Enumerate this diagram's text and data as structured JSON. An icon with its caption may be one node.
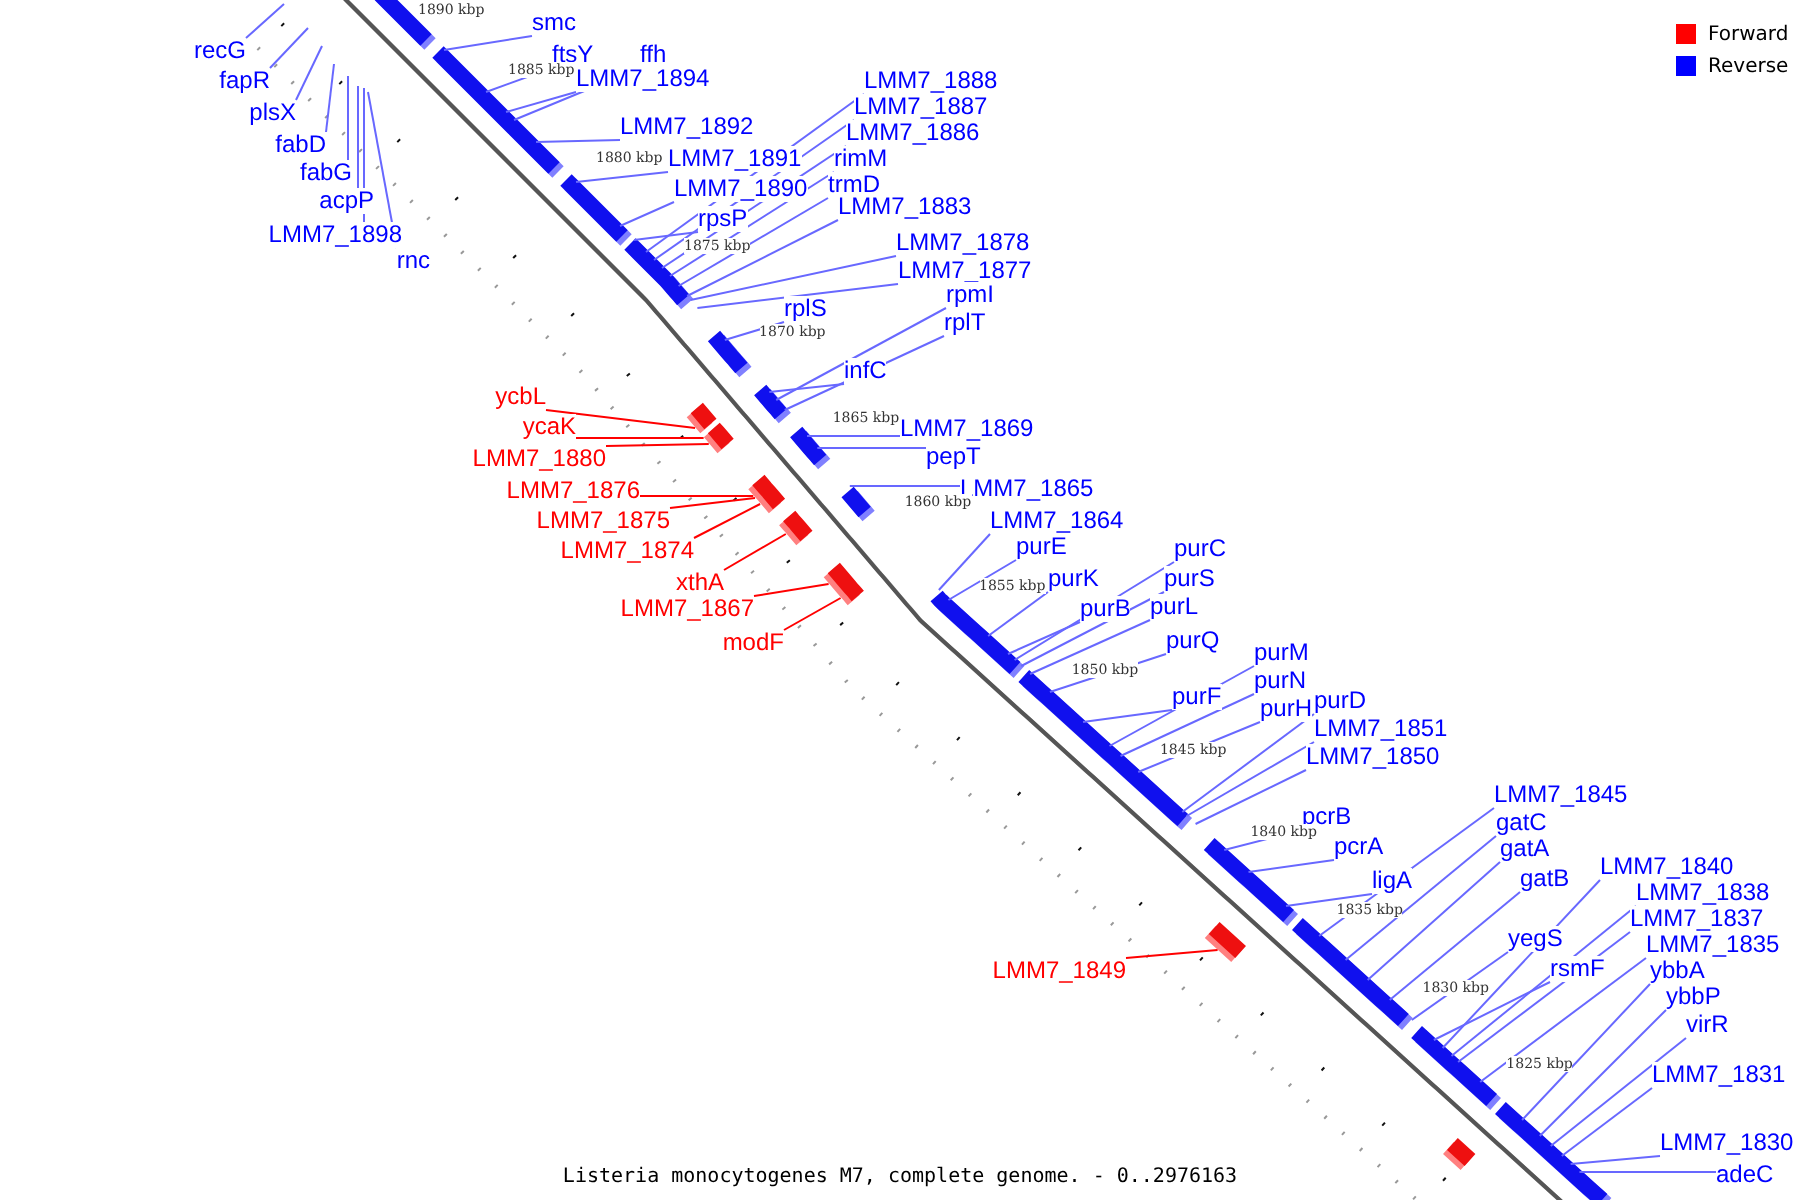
{
  "diagram": {
    "caption": "Listeria monocytogenes M7, complete genome. - 0..2976163",
    "nodes": [
      {
        "text": [
          "recG"
        ]
      },
      {
        "text": [
          "fapR"
        ]
      },
      {
        "text": [
          "plsX"
        ]
      },
      {
        "text": [
          "fabD"
        ]
      },
      {
        "text": [
          "fabG"
        ]
      },
      {
        "text": [
          "acpP"
        ]
      },
      {
        "text": [
          "LMM7_1898"
        ]
      },
      {
        "text": [
          "rnc"
        ]
      },
      {
        "text": [
          "smc"
        ]
      },
      {
        "text": [
          "ftsY"
        ]
      },
      {
        "text": [
          "ffh"
        ]
      },
      {
        "text": [
          "LMM7_1894"
        ]
      },
      {
        "text": [
          "LMM7_1892"
        ]
      },
      {
        "text": [
          "LMM7_1891"
        ]
      },
      {
        "text": [
          "LMM7_1890"
        ]
      },
      {
        "text": [
          "rpsP"
        ]
      },
      {
        "text": [
          "LMM7_1888"
        ]
      },
      {
        "text": [
          "LMM7_1887"
        ]
      },
      {
        "text": [
          "LMM7_1886"
        ]
      },
      {
        "text": [
          "rimM"
        ]
      },
      {
        "text": [
          "trmD"
        ]
      },
      {
        "text": [
          "LMM7_1883"
        ]
      },
      {
        "text": [
          "LMM7_1878"
        ]
      },
      {
        "text": [
          "LMM7_1877"
        ]
      },
      {
        "text": [
          "rplS"
        ]
      },
      {
        "text": [
          "rpmI"
        ]
      },
      {
        "text": [
          "rplT"
        ]
      },
      {
        "text": [
          "infC"
        ]
      },
      {
        "text": [
          "ycbL"
        ]
      },
      {
        "text": [
          "ycaK"
        ]
      },
      {
        "text": [
          "LMM7_1880"
        ]
      },
      {
        "text": [
          "LMM7_1876"
        ]
      },
      {
        "text": [
          "LMM7_1875"
        ]
      },
      {
        "text": [
          "LMM7_1874"
        ]
      },
      {
        "text": [
          "xthA"
        ]
      },
      {
        "text": [
          "LMM7_1867"
        ]
      },
      {
        "text": [
          "modF"
        ]
      },
      {
        "text": [
          "LMM7_1869"
        ]
      },
      {
        "text": [
          "pepT"
        ]
      },
      {
        "text": [
          "LMM7_1865"
        ]
      },
      {
        "text": [
          "LMM7_1864"
        ]
      },
      {
        "text": [
          "purE"
        ]
      },
      {
        "text": [
          "purK"
        ]
      },
      {
        "text": [
          "purB"
        ]
      },
      {
        "text": [
          "purC"
        ]
      },
      {
        "text": [
          "purS"
        ]
      },
      {
        "text": [
          "purL"
        ]
      },
      {
        "text": [
          "purQ"
        ]
      },
      {
        "text": [
          "purF"
        ]
      },
      {
        "text": [
          "purM"
        ]
      },
      {
        "text": [
          "purN"
        ]
      },
      {
        "text": [
          "purH"
        ]
      },
      {
        "text": [
          "purD"
        ]
      },
      {
        "text": [
          "LMM7_1851"
        ]
      },
      {
        "text": [
          "LMM7_1850"
        ]
      },
      {
        "text": [
          "pcrB"
        ]
      },
      {
        "text": [
          "pcrA"
        ]
      },
      {
        "text": [
          "ligA"
        ]
      },
      {
        "text": [
          "LMM7_1845"
        ]
      },
      {
        "text": [
          "gatC"
        ]
      },
      {
        "text": [
          "gatA"
        ]
      },
      {
        "text": [
          "gatB"
        ]
      },
      {
        "text": [
          "LMM7_1840"
        ]
      },
      {
        "text": [
          "LMM7_1838"
        ]
      },
      {
        "text": [
          "LMM7_1837"
        ]
      },
      {
        "text": [
          "yegS"
        ]
      },
      {
        "text": [
          "rsmF"
        ]
      },
      {
        "text": [
          "LMM7_1835"
        ]
      },
      {
        "text": [
          "ybbA"
        ]
      },
      {
        "text": [
          "ybbP"
        ]
      },
      {
        "text": [
          "virR"
        ]
      },
      {
        "text": [
          "LMM7_1831"
        ]
      },
      {
        "text": [
          "LMM7_1830"
        ]
      },
      {
        "text": [
          "adeC"
        ]
      },
      {
        "text": [
          "LMM7_1849"
        ]
      }
    ],
    "edges": [
      {
        "from": 0,
        "to": null,
        "arrow": "none"
      },
      {
        "from": 1,
        "to": null,
        "arrow": "none"
      },
      {
        "from": 2,
        "to": null,
        "arrow": "none"
      },
      {
        "from": 3,
        "to": null,
        "arrow": "none"
      },
      {
        "from": 4,
        "to": null,
        "arrow": "none"
      },
      {
        "from": 5,
        "to": null,
        "arrow": "none"
      },
      {
        "from": 6,
        "to": null,
        "arrow": "none"
      },
      {
        "from": 7,
        "to": null,
        "arrow": "none"
      },
      {
        "from": 8,
        "to": null,
        "arrow": "none"
      },
      {
        "from": 9,
        "to": null,
        "arrow": "none"
      },
      {
        "from": 10,
        "to": null,
        "arrow": "none"
      },
      {
        "from": 11,
        "to": null,
        "arrow": "none"
      },
      {
        "from": 12,
        "to": null,
        "arrow": "none"
      },
      {
        "from": 13,
        "to": null,
        "arrow": "none"
      },
      {
        "from": 14,
        "to": null,
        "arrow": "none"
      },
      {
        "from": 15,
        "to": null,
        "arrow": "none"
      },
      {
        "from": 16,
        "to": null,
        "arrow": "none"
      },
      {
        "from": 17,
        "to": null,
        "arrow": "none"
      },
      {
        "from": 18,
        "to": null,
        "arrow": "none"
      },
      {
        "from": 19,
        "to": null,
        "arrow": "none"
      },
      {
        "from": 20,
        "to": null,
        "arrow": "none"
      },
      {
        "from": 21,
        "to": null,
        "arrow": "none"
      },
      {
        "from": 22,
        "to": null,
        "arrow": "none"
      },
      {
        "from": 23,
        "to": null,
        "arrow": "none"
      },
      {
        "from": 24,
        "to": null,
        "arrow": "none"
      },
      {
        "from": 25,
        "to": null,
        "arrow": "none"
      },
      {
        "from": 26,
        "to": null,
        "arrow": "none"
      },
      {
        "from": 27,
        "to": null,
        "arrow": "none"
      },
      {
        "from": 28,
        "to": null,
        "arrow": "none",
        "color": "#ff0000"
      },
      {
        "from": 29,
        "to": null,
        "arrow": "none",
        "color": "#ff0000"
      },
      {
        "from": 30,
        "to": null,
        "arrow": "none",
        "color": "#ff0000"
      },
      {
        "from": 31,
        "to": null,
        "arrow": "none",
        "color": "#ff0000"
      },
      {
        "from": 32,
        "to": null,
        "arrow": "none",
        "color": "#ff0000"
      },
      {
        "from": 33,
        "to": null,
        "arrow": "none",
        "color": "#ff0000"
      },
      {
        "from": 34,
        "to": null,
        "arrow": "none",
        "color": "#ff0000"
      },
      {
        "from": 35,
        "to": null,
        "arrow": "none",
        "color": "#ff0000"
      },
      {
        "from": 36,
        "to": null,
        "arrow": "none",
        "color": "#ff0000"
      },
      {
        "from": 37,
        "to": null,
        "arrow": "none"
      },
      {
        "from": 38,
        "to": null,
        "arrow": "none"
      },
      {
        "from": 39,
        "to": null,
        "arrow": "none"
      },
      {
        "from": 40,
        "to": null,
        "arrow": "none"
      },
      {
        "from": 41,
        "to": null,
        "arrow": "none"
      },
      {
        "from": 42,
        "to": null,
        "arrow": "none"
      },
      {
        "from": 43,
        "to": null,
        "arrow": "none"
      },
      {
        "from": 44,
        "to": null,
        "arrow": "none"
      },
      {
        "from": 45,
        "to": null,
        "arrow": "none"
      },
      {
        "from": 46,
        "to": null,
        "arrow": "none"
      },
      {
        "from": 47,
        "to": null,
        "arrow": "none"
      },
      {
        "from": 48,
        "to": null,
        "arrow": "none"
      },
      {
        "from": 49,
        "to": null,
        "arrow": "none"
      },
      {
        "from": 50,
        "to": null,
        "arrow": "none"
      },
      {
        "from": 51,
        "to": null,
        "arrow": "none"
      },
      {
        "from": 52,
        "to": null,
        "arrow": "none"
      },
      {
        "from": 53,
        "to": null,
        "arrow": "none"
      },
      {
        "from": 54,
        "to": null,
        "arrow": "none"
      },
      {
        "from": 55,
        "to": null,
        "arrow": "none"
      },
      {
        "from": 56,
        "to": null,
        "arrow": "none"
      },
      {
        "from": 57,
        "to": null,
        "arrow": "none"
      },
      {
        "from": 58,
        "to": null,
        "arrow": "none"
      },
      {
        "from": 59,
        "to": null,
        "arrow": "none"
      },
      {
        "from": 60,
        "to": null,
        "arrow": "none"
      },
      {
        "from": 61,
        "to": null,
        "arrow": "none"
      },
      {
        "from": 62,
        "to": null,
        "arrow": "none"
      },
      {
        "from": 63,
        "to": null,
        "arrow": "none"
      },
      {
        "from": 64,
        "to": null,
        "arrow": "none"
      },
      {
        "from": 65,
        "to": null,
        "arrow": "none"
      },
      {
        "from": 66,
        "to": null,
        "arrow": "none"
      },
      {
        "from": 67,
        "to": null,
        "arrow": "none"
      },
      {
        "from": 68,
        "to": null,
        "arrow": "none"
      },
      {
        "from": 69,
        "to": null,
        "arrow": "none"
      },
      {
        "from": 70,
        "to": null,
        "arrow": "none"
      },
      {
        "from": 71,
        "to": null,
        "arrow": "none"
      },
      {
        "from": 72,
        "to": null,
        "arrow": "none"
      },
      {
        "from": 73,
        "to": null,
        "arrow": "none"
      },
      {
        "from": 74,
        "to": null,
        "arrow": "none",
        "color": "#ff0000"
      }
    ],
    "labels": [
      "1890 kbp",
      "1885 kbp",
      "1880 kbp",
      "1875 kbp",
      "1870 kbp",
      "1865 kbp",
      "1860 kbp",
      "1855 kbp",
      "1850 kbp",
      "1845 kbp",
      "1840 kbp",
      "1835 kbp",
      "1830 kbp",
      "1825 kbp"
    ],
    "legend": [
      {
        "text": "Forward",
        "color": "#ff0000"
      },
      {
        "text": "Reverse",
        "color": "#0000ff"
      }
    ]
  }
}
